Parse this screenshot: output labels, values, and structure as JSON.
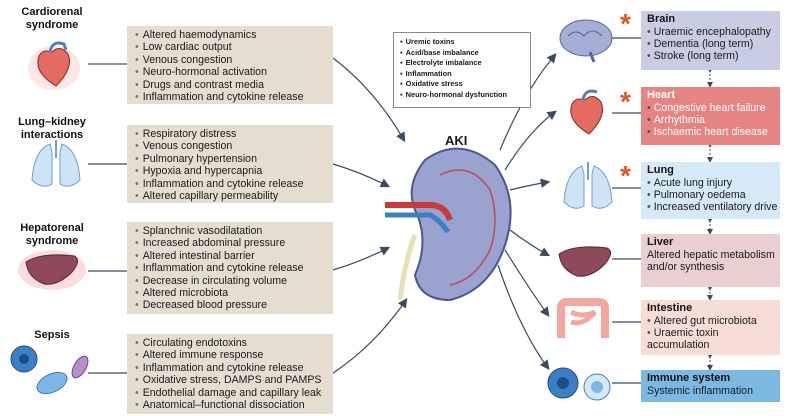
{
  "left_groups": [
    {
      "title": "Cardiorenal syndrome",
      "icon": "heart-icon",
      "items": [
        "Altered haemodynamics",
        "Low cardiac output",
        "Venous congestion",
        "Neuro-hormonal activation",
        "Drugs and contrast media",
        "Inflammation and cytokine release"
      ]
    },
    {
      "title": "Lung–kidney interactions",
      "icon": "lungs-icon",
      "items": [
        "Respiratory distress",
        "Venous congestion",
        "Pulmonary hypertension",
        "Hypoxia and hypercapnia",
        "Inflammation and cytokine release",
        "Altered capillary permeability"
      ]
    },
    {
      "title": "Hepatorenal syndrome",
      "icon": "liver-icon",
      "items": [
        "Splanchnic vasodilatation",
        "Increased abdominal pressure",
        "Altered intestinal barrier",
        "Inflammation and cytokine release",
        "Decrease in circulating volume",
        "Altered microbiota",
        "Decreased blood pressure"
      ]
    },
    {
      "title": "Sepsis",
      "icon": "bacteria-icon",
      "items": [
        "Circulating endotoxins",
        "Altered immune response",
        "Inflammation and cytokine release",
        "Oxidative stress, DAMPS and PAMPS",
        "Endothelial damage and capillary leak",
        "Anatomical–functional dissociation"
      ]
    }
  ],
  "toxins": [
    "Uremic toxins",
    "Acid/base imbalance",
    "Electrolyte imbalance",
    "Inflammation",
    "Oxidative stress",
    "Neuro-hormonal dysfunction"
  ],
  "center_label": "AKI",
  "right_organs": [
    {
      "title": "Brain",
      "icon": "brain-icon",
      "bg": "#c9cde3",
      "text_color": "#1a1a1a",
      "items": [
        "Uraemic encephalopathy",
        "Dementia (long term)",
        "Stroke (long term)"
      ],
      "bulleted": true,
      "starred": true
    },
    {
      "title": "Heart",
      "icon": "heart-icon",
      "bg": "#e58482",
      "text_color": "#ffffff",
      "items": [
        "Congestive heart failure",
        "Arrhythmia",
        "Ischaemic heart disease"
      ],
      "bulleted": true,
      "starred": true
    },
    {
      "title": "Lung",
      "icon": "lungs-icon",
      "bg": "#d6e9f7",
      "text_color": "#1a1a1a",
      "items": [
        "Acute lung injury",
        "Pulmonary oedema",
        "Increased ventilatory drive"
      ],
      "bulleted": true,
      "starred": true
    },
    {
      "title": "Liver",
      "icon": "liver-icon",
      "bg": "#e9cfd0",
      "text_color": "#1a1a1a",
      "items": [
        "Altered hepatic metabolism and/or synthesis"
      ],
      "bulleted": false,
      "starred": false
    },
    {
      "title": "Intestine",
      "icon": "intestine-icon",
      "bg": "#f8dcd6",
      "text_color": "#1a1a1a",
      "items": [
        "Altered gut microbiota",
        "Uraemic toxin accumulation"
      ],
      "bulleted": true,
      "starred": false
    },
    {
      "title": "Immune system",
      "icon": "immune-cells-icon",
      "bg": "#7bb9e3",
      "text_color": "#1a1a1a",
      "items": [
        "Systemic inflammation"
      ],
      "bulleted": false,
      "starred": false
    }
  ],
  "colors": {
    "left_box": "#e5ddd0",
    "star": "#e05a1e",
    "arrow": "#3a4a60",
    "heart": "#e46b62",
    "lung": "#a9cfee",
    "liver": "#8e4a5a",
    "kidney": "#9aa2cf"
  }
}
